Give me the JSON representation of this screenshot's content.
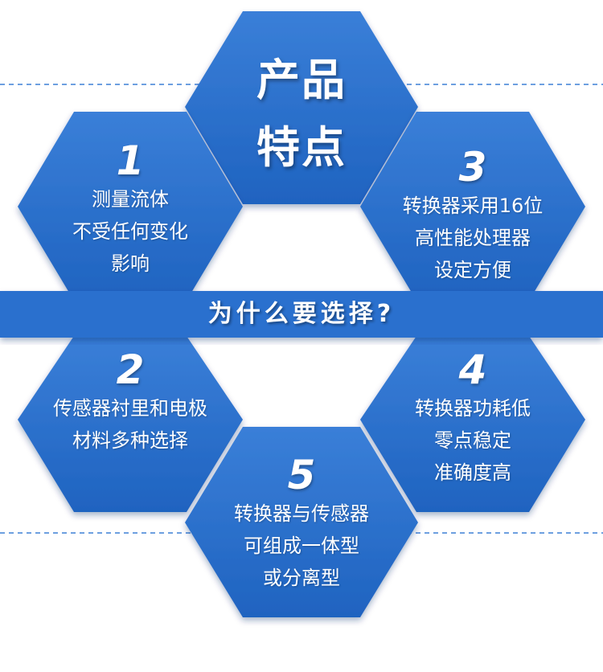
{
  "colors": {
    "hex": "#2f72cf",
    "hex_dark": "#1f5bb5",
    "band": "#2a6fce",
    "dash": "#6d9fe0"
  },
  "title": {
    "line1": "产品",
    "line2": "特点"
  },
  "banner": {
    "text": "为什么要选择?"
  },
  "features": [
    {
      "number": "1",
      "lines": [
        "测量流体",
        "不受任何变化",
        "影响"
      ]
    },
    {
      "number": "2",
      "lines": [
        "传感器衬里和电极",
        "材料多种选择"
      ]
    },
    {
      "number": "3",
      "lines": [
        "转换器采用16位",
        "高性能处理器",
        "设定方便"
      ]
    },
    {
      "number": "4",
      "lines": [
        "转换器功耗低",
        "零点稳定",
        "准确度高"
      ]
    },
    {
      "number": "5",
      "lines": [
        "转换器与传感器",
        "可组成一体型",
        "或分离型"
      ]
    }
  ]
}
